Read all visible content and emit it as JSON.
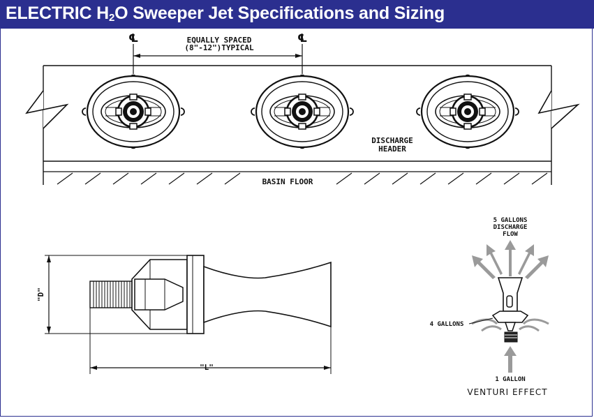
{
  "title": {
    "part1": "ELECTRIC H",
    "sub": "2",
    "part2": "O Sweeper Jet Specifications and Sizing"
  },
  "colors": {
    "title_bg": "#2b2f8f",
    "title_fg": "#ffffff",
    "line": "#111111",
    "flow_arrow": "#9a9a9a"
  },
  "top_view": {
    "centerline_symbol": "℄",
    "spacing_label_1": "EQUALLY SPACED",
    "spacing_label_2": "(8\"-12\")TYPICAL",
    "header_label_1": "DISCHARGE",
    "header_label_2": "HEADER",
    "floor_label": "BASIN FLOOR"
  },
  "side_view": {
    "diameter_label": "\"D\"",
    "length_label": "\"L\""
  },
  "venturi": {
    "discharge_1": "5 GALLONS",
    "discharge_2": "DISCHARGE",
    "discharge_3": "FLOW",
    "entrained": "4 GALLONS",
    "inlet": "1 GALLON",
    "caption": "VENTURI EFFECT"
  }
}
